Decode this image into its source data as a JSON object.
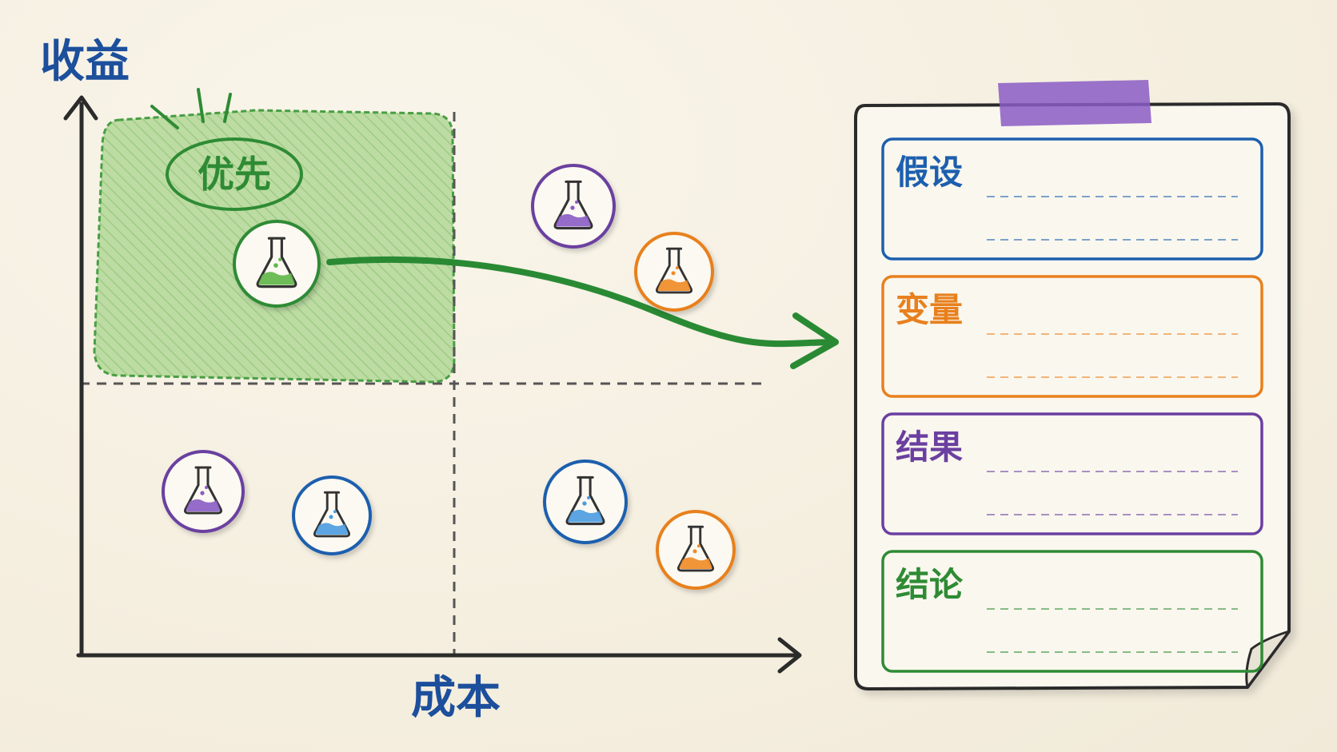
{
  "axes": {
    "y_label": "收益",
    "x_label": "成本"
  },
  "priority": {
    "label": "优先"
  },
  "experiments": [
    {
      "quadrant": "high-benefit-low-cost",
      "color": "#2e8b34",
      "liquid": "#5fb648",
      "highlighted": true
    },
    {
      "quadrant": "high-benefit-high-cost",
      "color": "#6b3fa0",
      "liquid": "#8a5cc4",
      "highlighted": false
    },
    {
      "quadrant": "high-benefit-high-cost",
      "color": "#e8801e",
      "liquid": "#f08a25",
      "highlighted": false
    },
    {
      "quadrant": "low-benefit-low-cost",
      "color": "#6b3fa0",
      "liquid": "#8a5cc4",
      "highlighted": false
    },
    {
      "quadrant": "low-benefit-low-cost",
      "color": "#1c5fae",
      "liquid": "#4a9be0",
      "highlighted": false
    },
    {
      "quadrant": "low-benefit-high-cost",
      "color": "#1c5fae",
      "liquid": "#4a9be0",
      "highlighted": false
    },
    {
      "quadrant": "low-benefit-high-cost",
      "color": "#e8801e",
      "liquid": "#f08a25",
      "highlighted": false
    }
  ],
  "card": {
    "sections": [
      {
        "title": "假设",
        "color": "#1c5fae"
      },
      {
        "title": "变量",
        "color": "#e8801e"
      },
      {
        "title": "结果",
        "color": "#6b3fa0"
      },
      {
        "title": "结论",
        "color": "#2e8b34"
      }
    ],
    "tape_color": "#8a5cc4"
  },
  "colors": {
    "axis": "#2b2b2b",
    "axis_label": "#1c4f9c",
    "priority_fill": "#a8d08d",
    "priority_stroke": "#3f9a3b",
    "arrow": "#2a8a34",
    "paper": "#f6f1e3"
  }
}
